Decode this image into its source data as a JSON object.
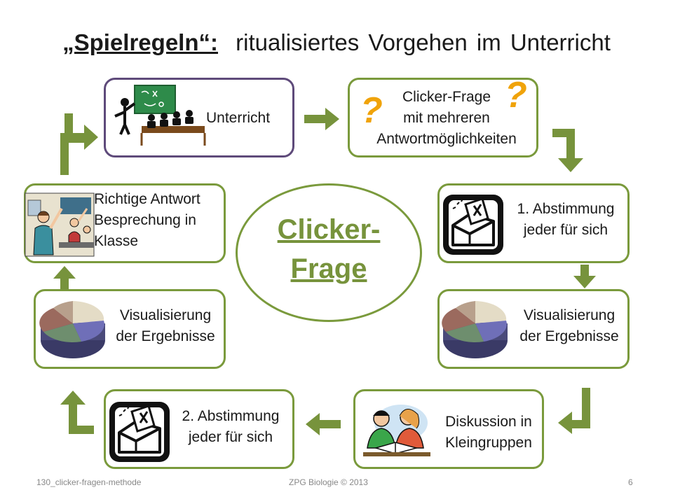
{
  "title": {
    "lead": "„Spielregeln“:",
    "rest": "ritualisiertes Vorgehen im Unterricht"
  },
  "center": {
    "line1": "Clicker-",
    "line2": "Frage"
  },
  "steps": {
    "unterricht": "Unterricht",
    "frage": [
      "Clicker-Frage",
      "mit mehreren",
      "Antwortmöglichkeiten"
    ],
    "abstimmung1": [
      "1. Abstimmung",
      "jeder für sich"
    ],
    "visual_right": [
      "Visualisierung",
      "der Ergebnisse"
    ],
    "diskussion": [
      "Diskussion in",
      "Kleingruppen"
    ],
    "abstimmung2": [
      "2. Abstimmung",
      "jeder für sich"
    ],
    "visual_left": [
      "Visualisierung",
      "der Ergebnisse"
    ],
    "antwort": [
      "Richtige Antwort",
      "Besprechung in",
      "Klasse"
    ]
  },
  "question_mark": "?",
  "footer": {
    "left": "130_clicker-fragen-methode",
    "center": "ZPG Biologie © 2013",
    "page": "6"
  },
  "colors": {
    "green": "#7a9a3c",
    "arrow": "#77933c",
    "purple": "#5e4a7a",
    "accent": "#f0a30a"
  }
}
